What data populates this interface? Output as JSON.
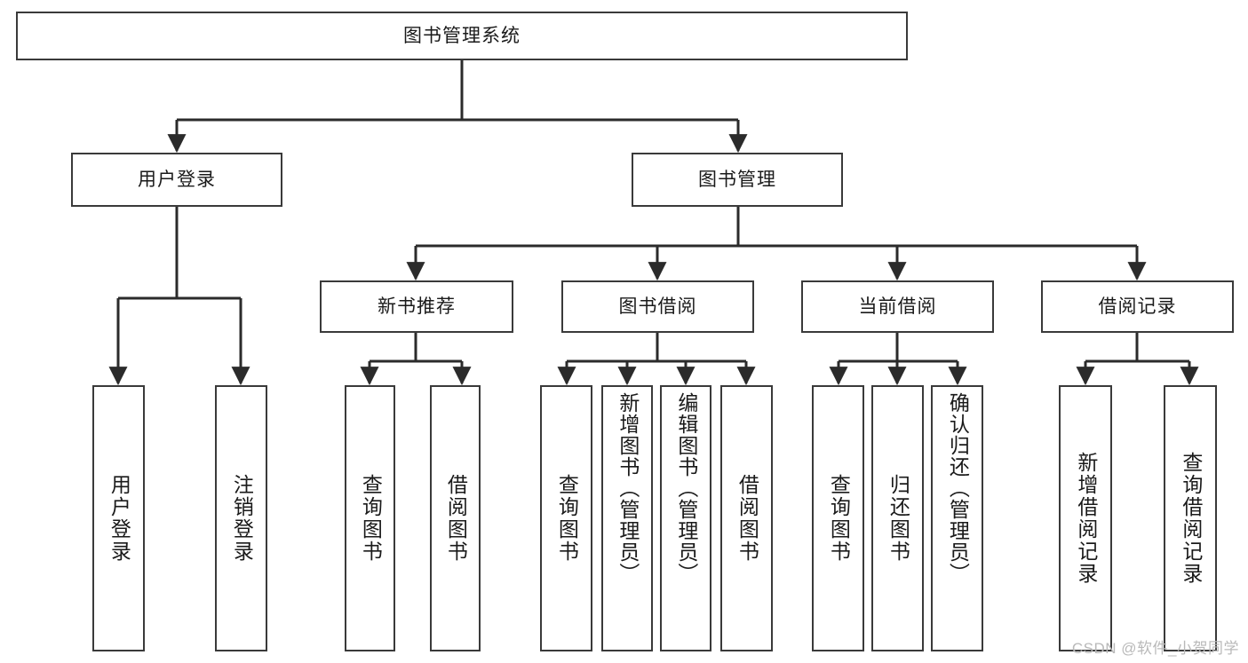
{
  "diagram": {
    "type": "hierarchy-tree",
    "title": "图书管理系统",
    "orientation": "top-down",
    "colors": {
      "box_border": "#3a3a3a",
      "box_fill": "#ffffff",
      "connector": "#2b2b2b",
      "text": "#1a1a1a",
      "watermark": "#b9b9b9"
    },
    "nodes": {
      "root": {
        "label": "图书管理系统"
      },
      "level1": [
        {
          "id": "user-login",
          "label": "用户登录"
        },
        {
          "id": "book-manage",
          "label": "图书管理"
        }
      ],
      "level2": [
        {
          "id": "new-book-recommend",
          "label": "新书推荐"
        },
        {
          "id": "book-borrow",
          "label": "图书借阅"
        },
        {
          "id": "current-borrow",
          "label": "当前借阅"
        },
        {
          "id": "borrow-record",
          "label": "借阅记录"
        }
      ],
      "leaves": {
        "user-login": [
          {
            "id": "leaf-user-login",
            "label": "用户登录"
          },
          {
            "id": "leaf-logout",
            "label": "注销登录"
          }
        ],
        "new-book-recommend": [
          {
            "id": "leaf-query-book-1",
            "label": "查询图书"
          },
          {
            "id": "leaf-borrow-book-1",
            "label": "借阅图书"
          }
        ],
        "book-borrow": [
          {
            "id": "leaf-query-book-2",
            "label": "查询图书"
          },
          {
            "id": "leaf-add-book",
            "label": "新增图书（管理员）"
          },
          {
            "id": "leaf-edit-book",
            "label": "编辑图书（管理员）"
          },
          {
            "id": "leaf-borrow-book-2",
            "label": "借阅图书"
          }
        ],
        "current-borrow": [
          {
            "id": "leaf-query-book-3",
            "label": "查询图书"
          },
          {
            "id": "leaf-return-book",
            "label": "归还图书"
          },
          {
            "id": "leaf-confirm-return",
            "label": "确认归还（管理员）"
          }
        ],
        "borrow-record": [
          {
            "id": "leaf-add-record",
            "label": "新增借阅记录"
          },
          {
            "id": "leaf-query-record",
            "label": "查询借阅记录"
          }
        ]
      }
    },
    "watermark": "CSDN @软件_小贺同学"
  }
}
